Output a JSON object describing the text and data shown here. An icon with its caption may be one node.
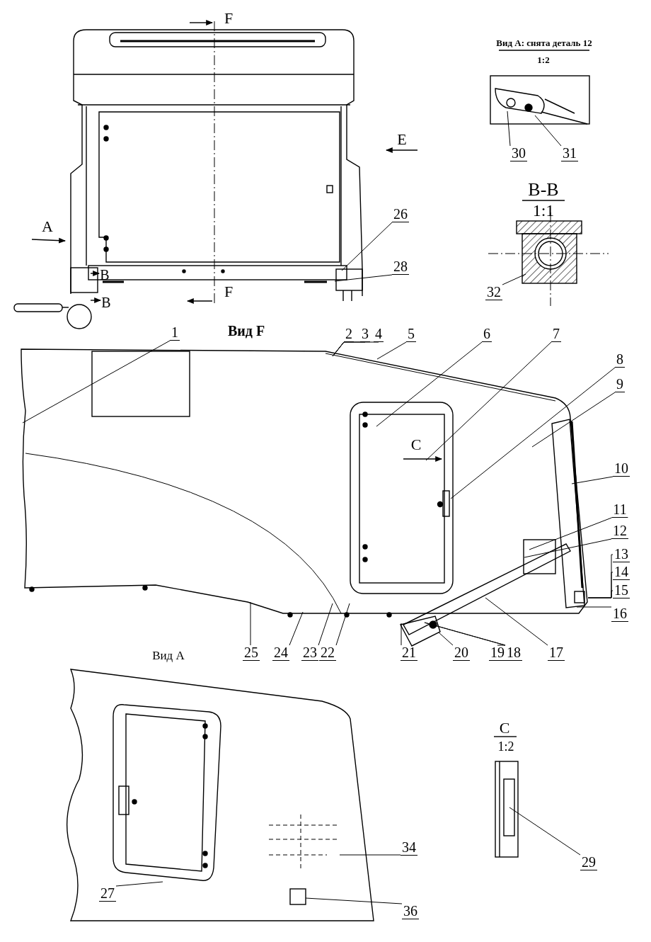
{
  "diagram": {
    "nodes": [
      {
        "text": [
          "30"
        ]
      },
      {
        "text": [
          "31"
        ]
      },
      {
        "text": [
          "26"
        ]
      },
      {
        "text": [
          "28"
        ]
      },
      {
        "text": [
          "32"
        ]
      },
      {
        "text": [
          "1"
        ]
      },
      {
        "text": [
          "2"
        ]
      },
      {
        "text": [
          "3"
        ]
      },
      {
        "text": [
          "4"
        ]
      },
      {
        "text": [
          "5"
        ]
      },
      {
        "text": [
          "6"
        ]
      },
      {
        "text": [
          "7"
        ]
      },
      {
        "text": [
          "8"
        ]
      },
      {
        "text": [
          "9"
        ]
      },
      {
        "text": [
          "10"
        ]
      },
      {
        "text": [
          "11"
        ]
      },
      {
        "text": [
          "12"
        ]
      },
      {
        "text": [
          "13"
        ]
      },
      {
        "text": [
          "14"
        ]
      },
      {
        "text": [
          "15"
        ]
      },
      {
        "text": [
          "16"
        ]
      },
      {
        "text": [
          "25"
        ]
      },
      {
        "text": [
          "24"
        ]
      },
      {
        "text": [
          "23"
        ]
      },
      {
        "text": [
          "22"
        ]
      },
      {
        "text": [
          "21"
        ]
      },
      {
        "text": [
          "20"
        ]
      },
      {
        "text": [
          "19"
        ]
      },
      {
        "text": [
          "18"
        ]
      },
      {
        "text": [
          "17"
        ]
      },
      {
        "text": [
          "34"
        ]
      },
      {
        "text": [
          "29"
        ]
      },
      {
        "text": [
          "27"
        ]
      },
      {
        "text": [
          "36"
        ]
      },
      {
        "text": [],
        "shape": "picture"
      },
      {
        "text": [],
        "shape": "picture"
      },
      {
        "text": [],
        "shape": "box"
      }
    ],
    "edges": [
      {
        "from": 0,
        "to": null,
        "arrow": "none"
      },
      {
        "from": 1,
        "to": null,
        "arrow": "none"
      },
      {
        "from": 2,
        "to": null,
        "arrow": "none"
      },
      {
        "from": 3,
        "to": null,
        "arrow": "none"
      },
      {
        "from": 4,
        "to": null,
        "arrow": "none"
      },
      {
        "from": 5,
        "to": null,
        "arrow": "none"
      },
      {
        "from": 6,
        "to": null,
        "arrow": "none"
      },
      {
        "from": 7,
        "to": null,
        "arrow": "none"
      },
      {
        "from": 8,
        "to": null,
        "arrow": "none"
      },
      {
        "from": 9,
        "to": null,
        "arrow": "none"
      },
      {
        "from": 10,
        "to": null,
        "arrow": "none"
      },
      {
        "from": 11,
        "to": null,
        "arrow": "none"
      },
      {
        "from": 12,
        "to": null,
        "arrow": "none"
      },
      {
        "from": 13,
        "to": null,
        "arrow": "none"
      },
      {
        "from": 14,
        "to": null,
        "arrow": "none"
      },
      {
        "from": 15,
        "to": null,
        "arrow": "none"
      },
      {
        "from": 16,
        "to": null,
        "arrow": "none"
      },
      {
        "from": 17,
        "to": null,
        "arrow": "none"
      },
      {
        "from": 18,
        "to": null,
        "arrow": "none"
      },
      {
        "from": 19,
        "to": null,
        "arrow": "none"
      },
      {
        "from": 20,
        "to": null,
        "arrow": "none"
      },
      {
        "from": 21,
        "to": null,
        "arrow": "none"
      },
      {
        "from": 22,
        "to": null,
        "arrow": "none"
      },
      {
        "from": 23,
        "to": null,
        "arrow": "none"
      },
      {
        "from": 24,
        "to": null,
        "arrow": "none"
      },
      {
        "from": 25,
        "to": null,
        "arrow": "none"
      },
      {
        "from": 26,
        "to": null,
        "arrow": "none"
      },
      {
        "from": 27,
        "to": null,
        "arrow": "none"
      },
      {
        "from": 28,
        "to": null,
        "arrow": "none"
      },
      {
        "from": 29,
        "to": null,
        "arrow": "none"
      },
      {
        "from": 30,
        "to": 35,
        "arrow": "none"
      },
      {
        "from": 31,
        "to": null,
        "arrow": "none"
      },
      {
        "from": 32,
        "to": 34,
        "arrow": "none"
      },
      {
        "from": 33,
        "to": 36,
        "arrow": "none"
      }
    ],
    "labels": [
      "F",
      "Вид А: снята деталь 12",
      "1:2",
      "E",
      "B-B",
      "1:1",
      "A",
      "B",
      "F",
      "B",
      "Вид F",
      "C",
      "Вид А",
      "C",
      "1:2"
    ]
  }
}
